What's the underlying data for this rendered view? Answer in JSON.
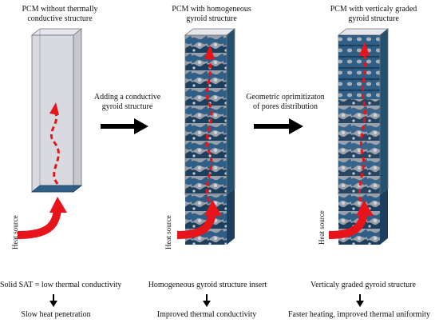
{
  "columns": [
    {
      "title_line1": "PCM without thermally",
      "title_line2": "conductive structure",
      "heat_label": "Heat source",
      "property": "Solid SAT = low thermal conductivity",
      "result": "Slow heat penetration"
    },
    {
      "title_line1": "PCM with homogeneous",
      "title_line2": "gyroid structure",
      "heat_label": "Heat source",
      "property": "Homogeneous gyroid structure insert",
      "result": "Improved thermal conductivity"
    },
    {
      "title_line1": "PCM with verticaly graded",
      "title_line2": "gyroid structure",
      "heat_label": "Heat source",
      "property": "Verticaly graded gyroid structure",
      "result": "Faster heating, improved thermal uniformity"
    }
  ],
  "transitions": [
    {
      "line1": "Adding a conductive",
      "line2": "gyroid structure"
    },
    {
      "line1": "Geometric oprimitizaton",
      "line2": "of pores distribution"
    }
  ],
  "colors": {
    "heat_arrow": "#e8141b",
    "gyroid": "#2f5f86",
    "gyroid_dark": "#1d3f5e",
    "box_fill": "#dcdde2",
    "box_edge": "#6f7278",
    "black_arrow": "#000000"
  }
}
